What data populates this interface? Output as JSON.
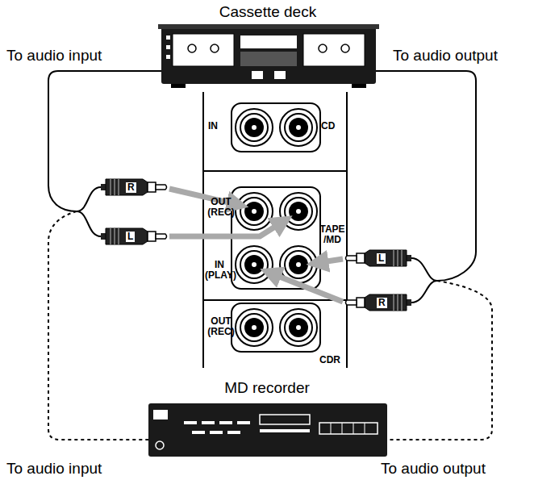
{
  "diagram": {
    "nodes": [
      {
        "text": [
          "Cassette deck"
        ]
      },
      {
        "text": [
          "MD recorder"
        ]
      }
    ],
    "labels": [
      "To audio input",
      "To audio output",
      "IN",
      "CD",
      "OUT (REC)",
      "TAPE /MD",
      "IN (PLAY)",
      "OUT (REC)",
      "CDR",
      "R",
      "L",
      "L",
      "R",
      "To audio input",
      "To audio output"
    ]
  }
}
